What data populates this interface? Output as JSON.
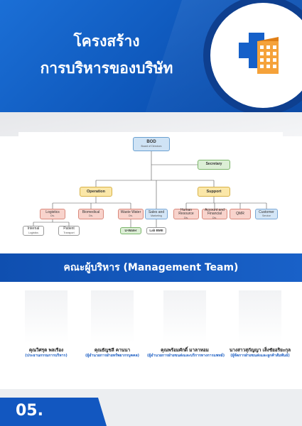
{
  "header": {
    "title_line1": "โครงสร้าง",
    "title_line2": "การบริหารของบริษัท",
    "logo_icon": "hospital-building-icon",
    "colors": {
      "primary_blue": "#1b6fd6",
      "dark_blue": "#0e3f8f"
    }
  },
  "org_chart": {
    "bod": {
      "title": "BOD",
      "subtitle": "Board of Directors"
    },
    "secretary": "Secretary",
    "operation": "Operation",
    "support": "Support",
    "operation_units": [
      {
        "label": "Logistics",
        "sub": "Div."
      },
      {
        "label": "Biomedical",
        "sub": "Div."
      },
      {
        "label": "Waste Water",
        "sub": "Div."
      },
      {
        "label": "Sales and",
        "sub": "Marketing"
      }
    ],
    "support_units": [
      {
        "label": "Human Resource",
        "sub": "Div."
      },
      {
        "label": "Account and Financial",
        "sub": "Div."
      },
      {
        "label": "QMR",
        "sub": ""
      },
      {
        "label": "Customer",
        "sub": "Service"
      }
    ],
    "sub_units": [
      {
        "label": "Internal",
        "sub": "Logistics"
      },
      {
        "label": "Patient",
        "sub": "Transport"
      },
      {
        "label": "U-Water",
        "sub": ""
      },
      {
        "label": "Lab BME",
        "sub": ""
      }
    ]
  },
  "management": {
    "heading": "คณะผู้บริหาร (Management Team)",
    "people": [
      {
        "name": "คุณวิศรุต พลเรือง",
        "role": "(ประธานกรรมการบริหาร)"
      },
      {
        "name": "คุณธัญชลี คานนา",
        "role": "(ผู้อำนวยการฝ่ายทรัพยากรบุคคล)"
      },
      {
        "name": "คุณพร้อมศักดิ์ มาลาหอม",
        "role": "(ผู้อำนวยการฝ่ายขนส่งและบริการทางการแพทย์)"
      },
      {
        "name": "นางสาวสุกัญญา เส็งชัยอริยะกุล",
        "role": "(ผู้จัดการฝ่ายขนส่งและลูกค้าสัมพันธ์)"
      }
    ]
  },
  "footer": {
    "page_number": "05."
  }
}
